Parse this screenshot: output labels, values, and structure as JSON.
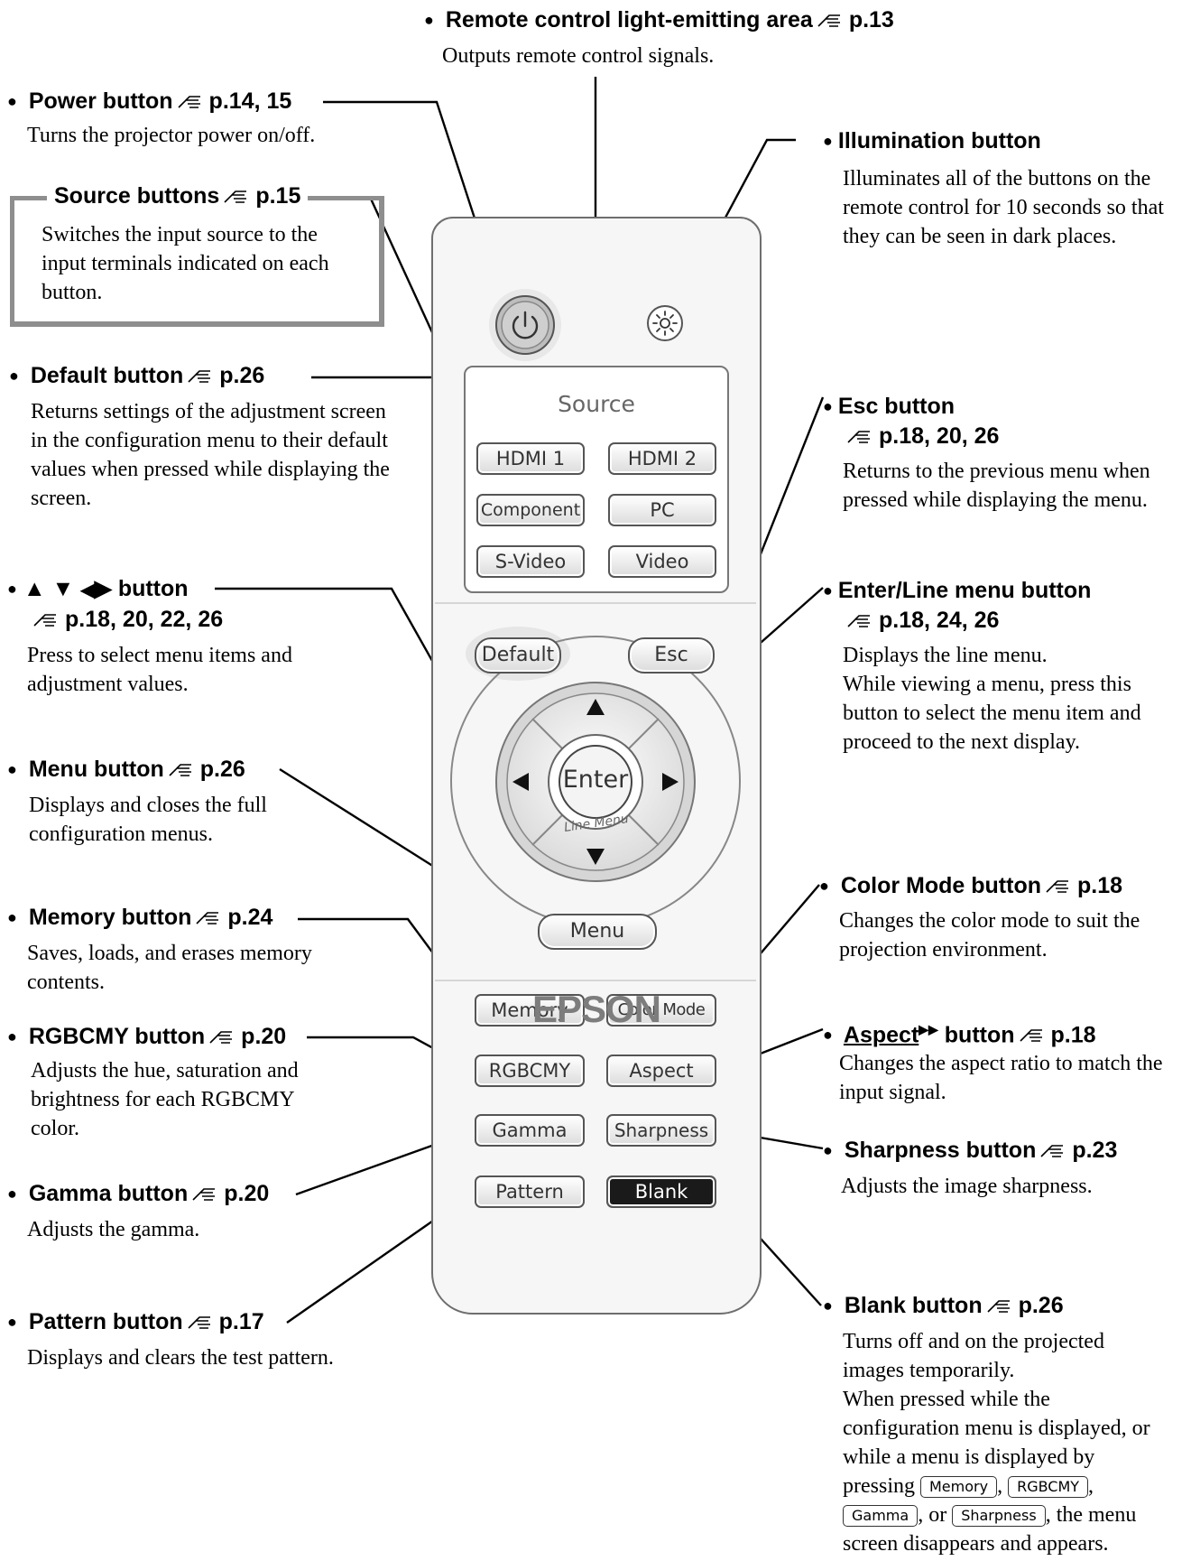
{
  "remote": {
    "source_label": "Source",
    "brand": "EPSON",
    "buttons": {
      "hdmi1": "HDMI 1",
      "hdmi2": "HDMI 2",
      "component": "Component",
      "pc": "PC",
      "svideo": "S-Video",
      "video": "Video",
      "default": "Default",
      "esc": "Esc",
      "enter": "Enter",
      "line_menu": "Line Menu",
      "menu": "Menu",
      "memory": "Memory",
      "color_mode": "Color Mode",
      "rgbcmy": "RGBCMY",
      "aspect": "Aspect",
      "gamma": "Gamma",
      "sharpness": "Sharpness",
      "pattern": "Pattern",
      "blank": "Blank"
    },
    "icons": [
      "power-icon",
      "illumination-icon",
      "arrow-up-icon",
      "arrow-down-icon",
      "arrow-left-icon",
      "arrow-right-icon",
      "reference-hand-icon"
    ]
  },
  "callouts": {
    "remote_area": {
      "title": "Remote control light-emitting area",
      "page": "p.13",
      "desc": "Outputs remote control signals."
    },
    "power": {
      "title": "Power button",
      "page": "p.14, 15",
      "desc": "Turns the projector power on/off."
    },
    "source": {
      "title": "Source buttons",
      "page": "p.15",
      "desc": "Switches the input source to the input terminals indicated on each button."
    },
    "illumination": {
      "title": "Illumination button",
      "desc": "Illuminates all of the buttons on the remote control for 10 seconds so that they can be seen in dark places."
    },
    "default": {
      "title": "Default button",
      "page": "p.26",
      "desc": "Returns settings of the adjustment screen in the configuration menu to their default values when pressed while displaying the screen."
    },
    "esc": {
      "title": "Esc button",
      "page": "p.18, 20, 26",
      "desc": "Returns to the previous menu when pressed while displaying the menu."
    },
    "arrows": {
      "title": "button",
      "page": "p.18, 20, 22, 26",
      "desc": "Press to select menu items and adjustment values."
    },
    "enter": {
      "title": "Enter/Line menu button",
      "page": "p.18, 24, 26",
      "desc": "Displays the line menu.\nWhile viewing a menu, press this button to select the menu item and proceed to the next display."
    },
    "menu": {
      "title": "Menu button",
      "page": "p.26",
      "desc": "Displays and closes the full configuration menus."
    },
    "memory": {
      "title": "Memory button",
      "page": "p.24",
      "desc": "Saves, loads, and erases memory contents."
    },
    "color_mode": {
      "title": "Color Mode button",
      "page": "p.18",
      "desc": "Changes the color mode to suit the projection environment."
    },
    "rgbcmy": {
      "title": "RGBCMY button",
      "page": "p.20",
      "desc": "Adjusts the hue, saturation and brightness for each RGBCMY color."
    },
    "aspect": {
      "title": "Aspect",
      "title_rest": "button",
      "page": "p.18",
      "desc": "Changes the aspect ratio to match the input signal."
    },
    "sharpness": {
      "title": "Sharpness button",
      "page": "p.23",
      "desc": "Adjusts the image sharpness."
    },
    "gamma": {
      "title": "Gamma button",
      "page": "p.20",
      "desc": "Adjusts the gamma."
    },
    "pattern": {
      "title": "Pattern button",
      "page": "p.17",
      "desc": "Displays and clears the test pattern."
    },
    "blank": {
      "title": "Blank button",
      "page": "p.26",
      "desc_1": "Turns off and on the projected images temporarily.",
      "desc_2": "When pressed while the configuration menu is displayed, or while a menu is displayed by pressing",
      "kbd_memory": "Memory",
      "kbd_rgbcmy": "RGBCMY",
      "kbd_gamma": "Gamma",
      "kbd_sharpness": "Sharpness",
      "sep_comma": ",",
      "sep_or": ", or",
      "desc_3": ", the menu screen disappears and appears."
    }
  }
}
